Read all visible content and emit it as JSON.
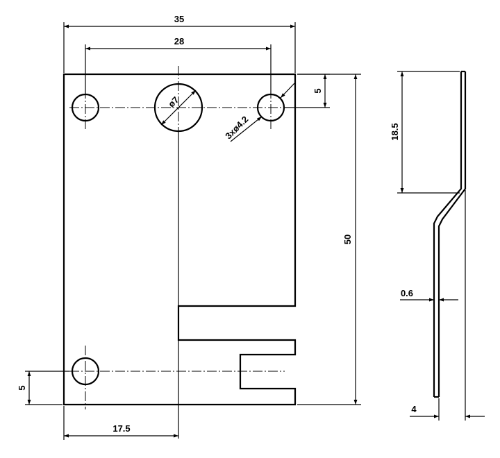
{
  "drawing": {
    "front_view": {
      "overall_width": "35",
      "hole_spacing": "28",
      "center_hole_dia": "ø7",
      "small_holes_note": "3xø4.2",
      "top_hole_offset": "5",
      "overall_height": "50",
      "bottom_hole_offset": "5",
      "bottom_hole_x": "17.5"
    },
    "side_view": {
      "flat_length": "18.5",
      "thickness": "0.6",
      "offset": "4"
    }
  }
}
